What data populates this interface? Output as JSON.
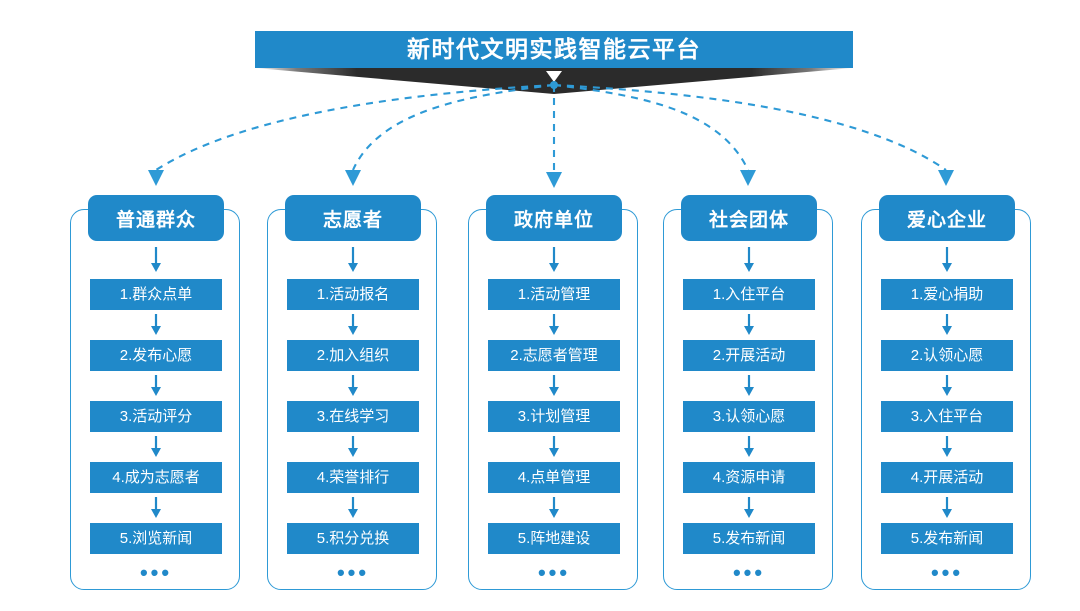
{
  "banner": {
    "title": "新时代文明实践智能云平台",
    "accent_color": "#2089c9",
    "ribbon_color": "#2b2b2b",
    "arrow_icon": "triangle-down-icon"
  },
  "diagram": {
    "type": "hierarchy-flowchart",
    "outline_color": "#2e9ad6",
    "link_style": "dashed-curved-arrow",
    "link_color": "#2e9ad6",
    "ellipsis": "•••"
  },
  "columns": [
    {
      "id": "ordinary-public",
      "header": "普通群众",
      "items": [
        "1.群众点单",
        "2.发布心愿",
        "3.活动评分",
        "4.成为志愿者",
        "5.浏览新闻"
      ],
      "more": "•••"
    },
    {
      "id": "volunteer",
      "header": "志愿者",
      "items": [
        "1.活动报名",
        "2.加入组织",
        "3.在线学习",
        "4.荣誉排行",
        "5.积分兑换"
      ],
      "more": "•••"
    },
    {
      "id": "government-unit",
      "header": "政府单位",
      "items": [
        "1.活动管理",
        "2.志愿者管理",
        "3.计划管理",
        "4.点单管理",
        "5.阵地建设"
      ],
      "more": "•••"
    },
    {
      "id": "social-group",
      "header": "社会团体",
      "items": [
        "1.入住平台",
        "2.开展活动",
        "3.认领心愿",
        "4.资源申请",
        "5.发布新闻"
      ],
      "more": "•••"
    },
    {
      "id": "caring-enterprise",
      "header": "爱心企业",
      "items": [
        "1.爱心捐助",
        "2.认领心愿",
        "3.入住平台",
        "4.开展活动",
        "5.发布新闻"
      ],
      "more": "•••"
    }
  ]
}
